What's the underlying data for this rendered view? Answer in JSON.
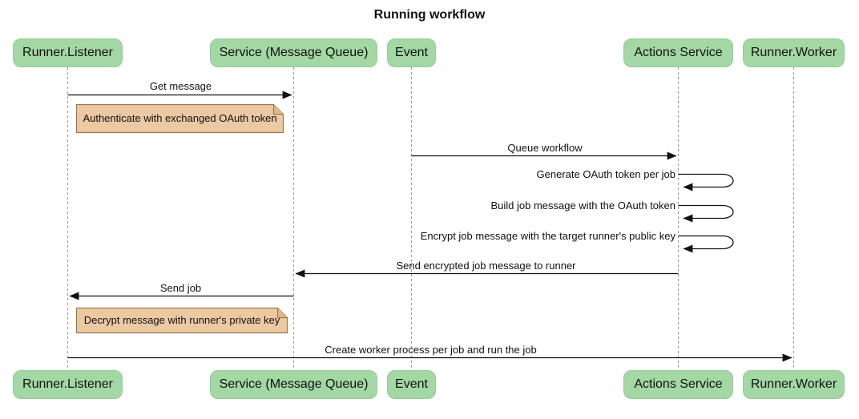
{
  "diagram": {
    "type": "sequence-diagram",
    "title": "Running workflow"
  },
  "participants": [
    {
      "name": "Runner.Listener"
    },
    {
      "name": "Service (Message Queue)"
    },
    {
      "name": "Event"
    },
    {
      "name": "Actions Service"
    },
    {
      "name": "Runner.Worker"
    }
  ],
  "messages": [
    {
      "label": "Get message",
      "from": "Runner.Listener",
      "to": "Service (Message Queue)",
      "kind": "arrow"
    },
    {
      "label": "Queue workflow",
      "from": "Event",
      "to": "Actions Service",
      "kind": "arrow"
    },
    {
      "label": "Generate OAuth token per job",
      "from": "Actions Service",
      "to": "Actions Service",
      "kind": "self"
    },
    {
      "label": "Build job message with the OAuth token",
      "from": "Actions Service",
      "to": "Actions Service",
      "kind": "self"
    },
    {
      "label": "Encrypt job message with the target runner's public key",
      "from": "Actions Service",
      "to": "Actions Service",
      "kind": "self"
    },
    {
      "label": "Send encrypted job message to runner",
      "from": "Actions Service",
      "to": "Service (Message Queue)",
      "kind": "arrow"
    },
    {
      "label": "Send job",
      "from": "Service (Message Queue)",
      "to": "Runner.Listener",
      "kind": "arrow"
    },
    {
      "label": "Create worker process per job and run the job",
      "from": "Runner.Listener",
      "to": "Runner.Worker",
      "kind": "arrow"
    }
  ],
  "notes": [
    {
      "text": "Authenticate with exchanged OAuth token",
      "over": "Runner.Listener"
    },
    {
      "text": "Decrypt message with runner's private key",
      "over": "Runner.Listener"
    }
  ],
  "colors": {
    "participant_fill": "#a3d7a4",
    "participant_border": "#96cb97",
    "note_fill": "#ecc9a3",
    "note_border": "#9c7a4e",
    "message_line": "#111111",
    "lifeline": "#999999",
    "background": "#ffffff",
    "text": "#111111"
  }
}
